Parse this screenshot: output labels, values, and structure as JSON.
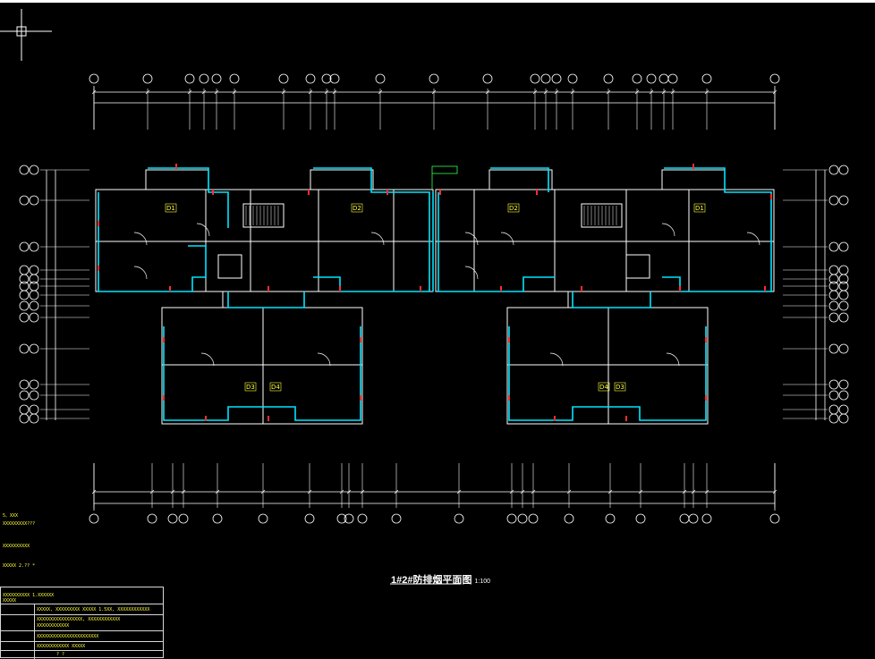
{
  "drawing": {
    "title": "1#2#防排烟平面图",
    "scale": "1:100",
    "colors": {
      "background": "#000000",
      "walls": "#ffffff",
      "smoke_ducts": "#00e5ff",
      "grid_bubbles": "#ffffff",
      "notes": "#ffff3c",
      "markers": "#ff2d2d",
      "green": "#2fff4f"
    },
    "unit_tags": [
      "D1",
      "D2",
      "D2",
      "D1",
      "D3",
      "D4",
      "D4",
      "D3"
    ],
    "notes": [
      "5、ХХХ",
      "ХХХХХХХХХ???",
      "ХХХХ",
      "ХХХХХХХХХХ",
      "ХХХХХ 2.?? *"
    ],
    "table_notes": [
      "ХХХХХХХХХХ  1.ХХХХХХ",
      "ХХХХХ",
      "ХХХХХ, ХХХХХХХХХ ХХХХХ 1.5ХХ, ХХХХХХХХХХХХ",
      "ХХХХХХХХХХХХХХХХХ, ХХХХХХХХХХХХ",
      "ХХХХХХХХХХХХ",
      "ХХХХХХХХХХХХХХХХХХХХХХХ",
      "ХХХХХХХХХХХХ  ХХХХХ",
      "?        ?"
    ]
  }
}
